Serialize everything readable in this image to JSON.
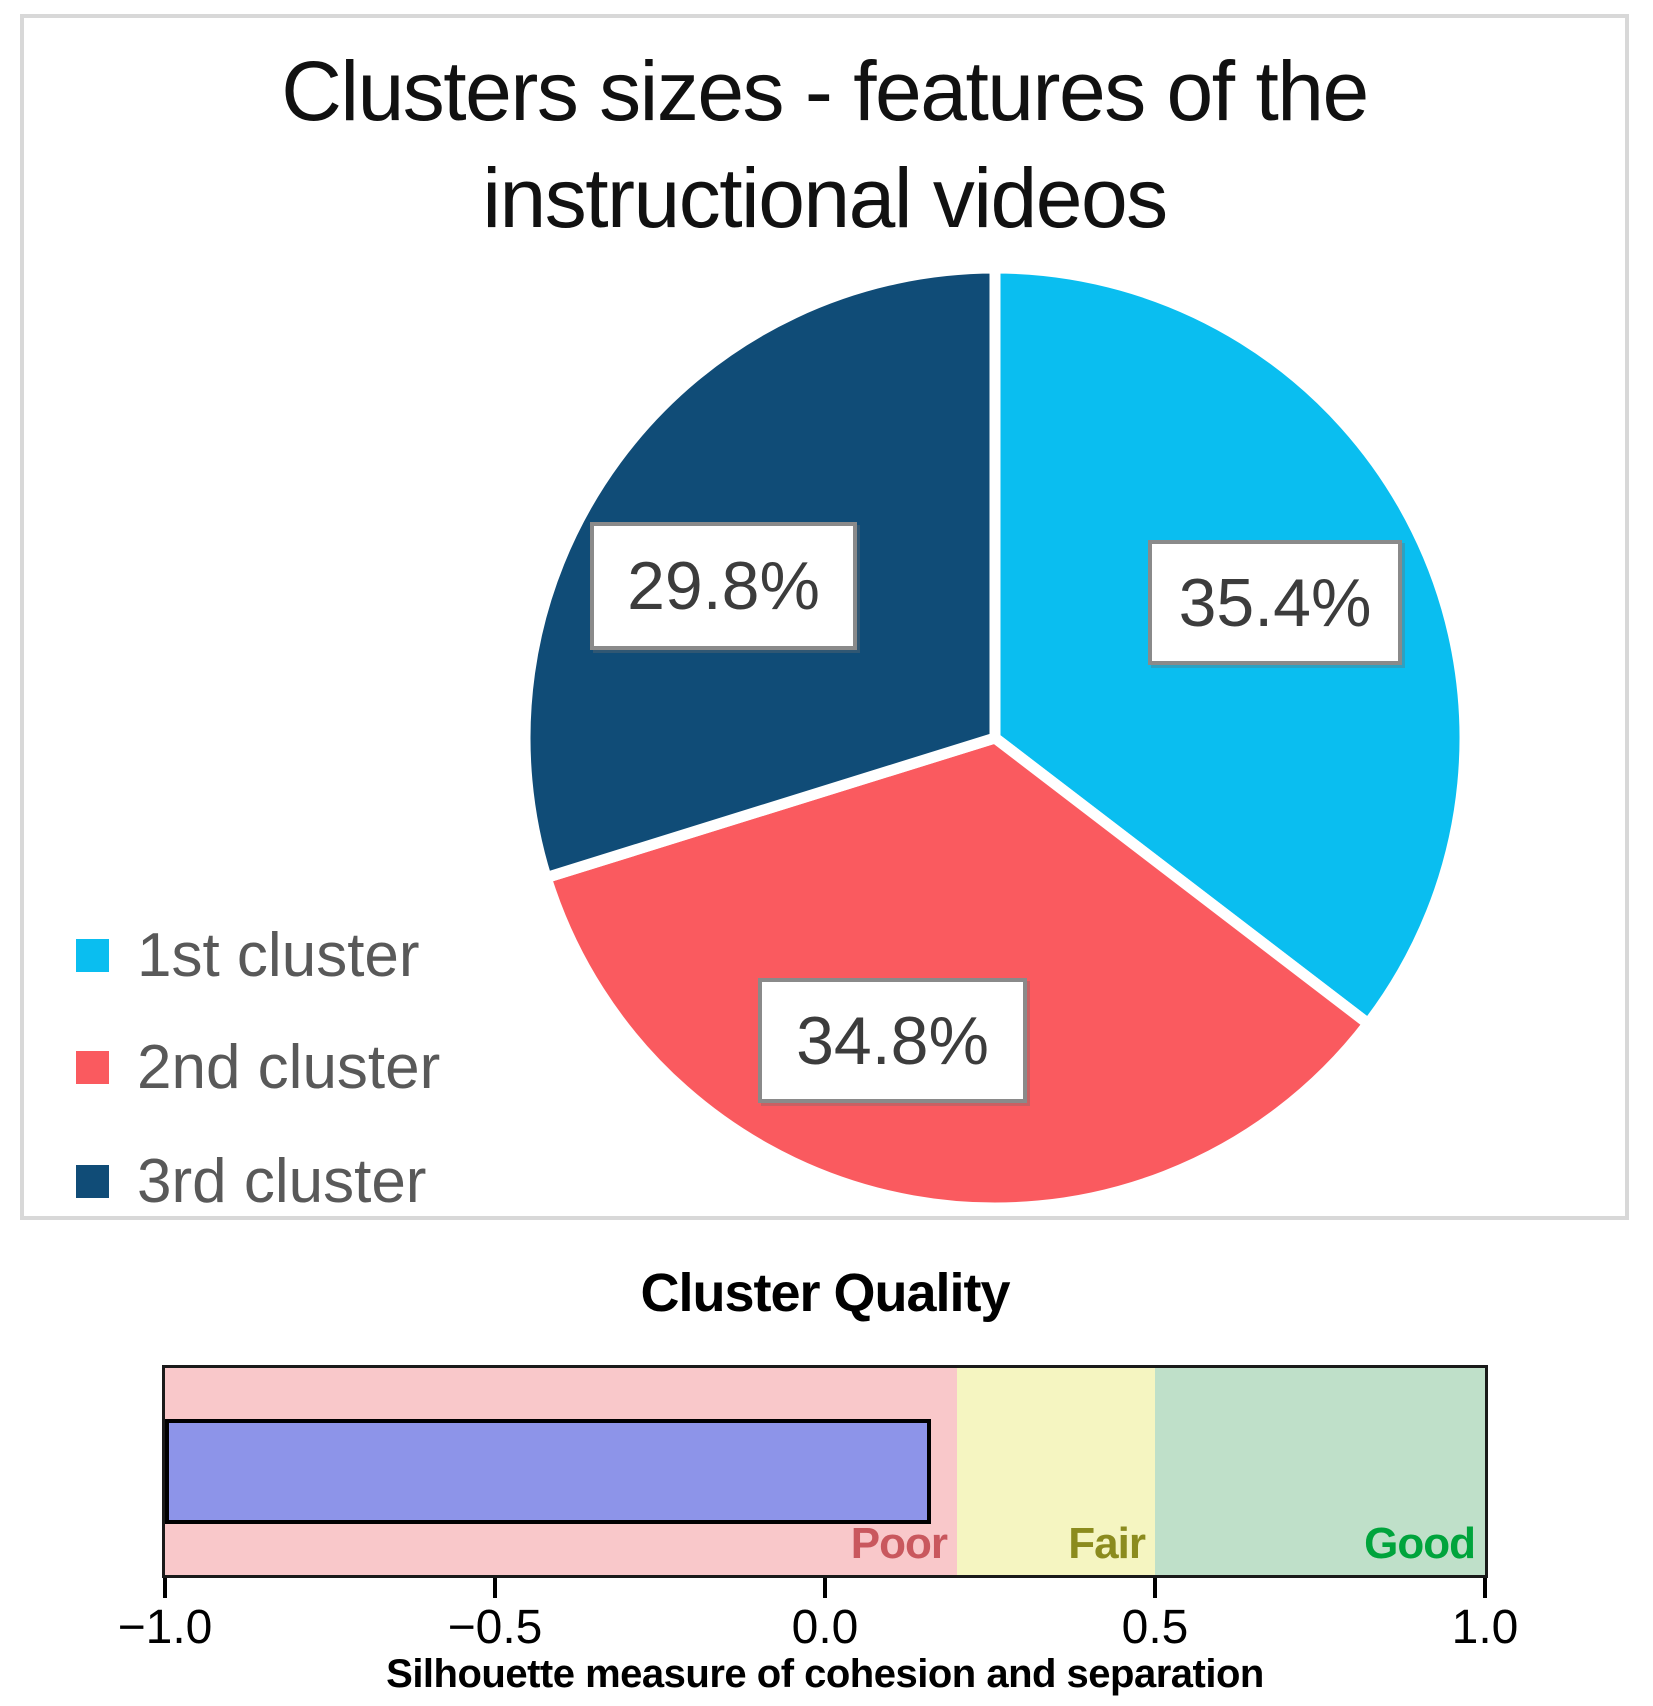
{
  "pie_section": {
    "title_line1": "Clusters sizes - features of the",
    "title_line2": "instructional videos"
  },
  "quality_section": {
    "title": "Cluster Quality",
    "xlabel": "Silhouette measure of cohesion and separation"
  },
  "chart_data": [
    {
      "type": "pie",
      "title": "Clusters sizes - features of the instructional videos",
      "start_at": "12-oclock",
      "direction": "clockwise",
      "legend_position": "left",
      "slices": [
        {
          "label": "1st cluster",
          "value": 35.4,
          "display": "35.4%",
          "color": "#0abef0"
        },
        {
          "label": "2nd cluster",
          "value": 34.8,
          "display": "34.8%",
          "color": "#fa5a5f"
        },
        {
          "label": "3rd cluster",
          "value": 29.8,
          "display": "29.8%",
          "color": "#104c77"
        }
      ]
    },
    {
      "type": "bar",
      "title": "Cluster Quality",
      "xlabel": "Silhouette measure of cohesion and separation",
      "xlim": [
        -1.0,
        1.0
      ],
      "grid": false,
      "zones": [
        {
          "label": "Poor",
          "from": -1.0,
          "to": 0.2,
          "bg": "#f9c8ca",
          "label_color": "#c9585e"
        },
        {
          "label": "Fair",
          "from": 0.2,
          "to": 0.5,
          "bg": "#f5f5c1",
          "label_color": "#8b8b1e"
        },
        {
          "label": "Good",
          "from": 0.5,
          "to": 1.0,
          "bg": "#bfe0c9",
          "label_color": "#00a43c"
        }
      ],
      "bar": {
        "name": "silhouette-value",
        "value": 0.16,
        "color": "#8d94e9",
        "border": "#000000"
      },
      "ticks": [
        {
          "v": -1.0,
          "label": "−1.0"
        },
        {
          "v": -0.5,
          "label": "−0.5"
        },
        {
          "v": 0.0,
          "label": "0.0"
        },
        {
          "v": 0.5,
          "label": "0.5"
        },
        {
          "v": 1.0,
          "label": "1.0"
        }
      ]
    }
  ]
}
